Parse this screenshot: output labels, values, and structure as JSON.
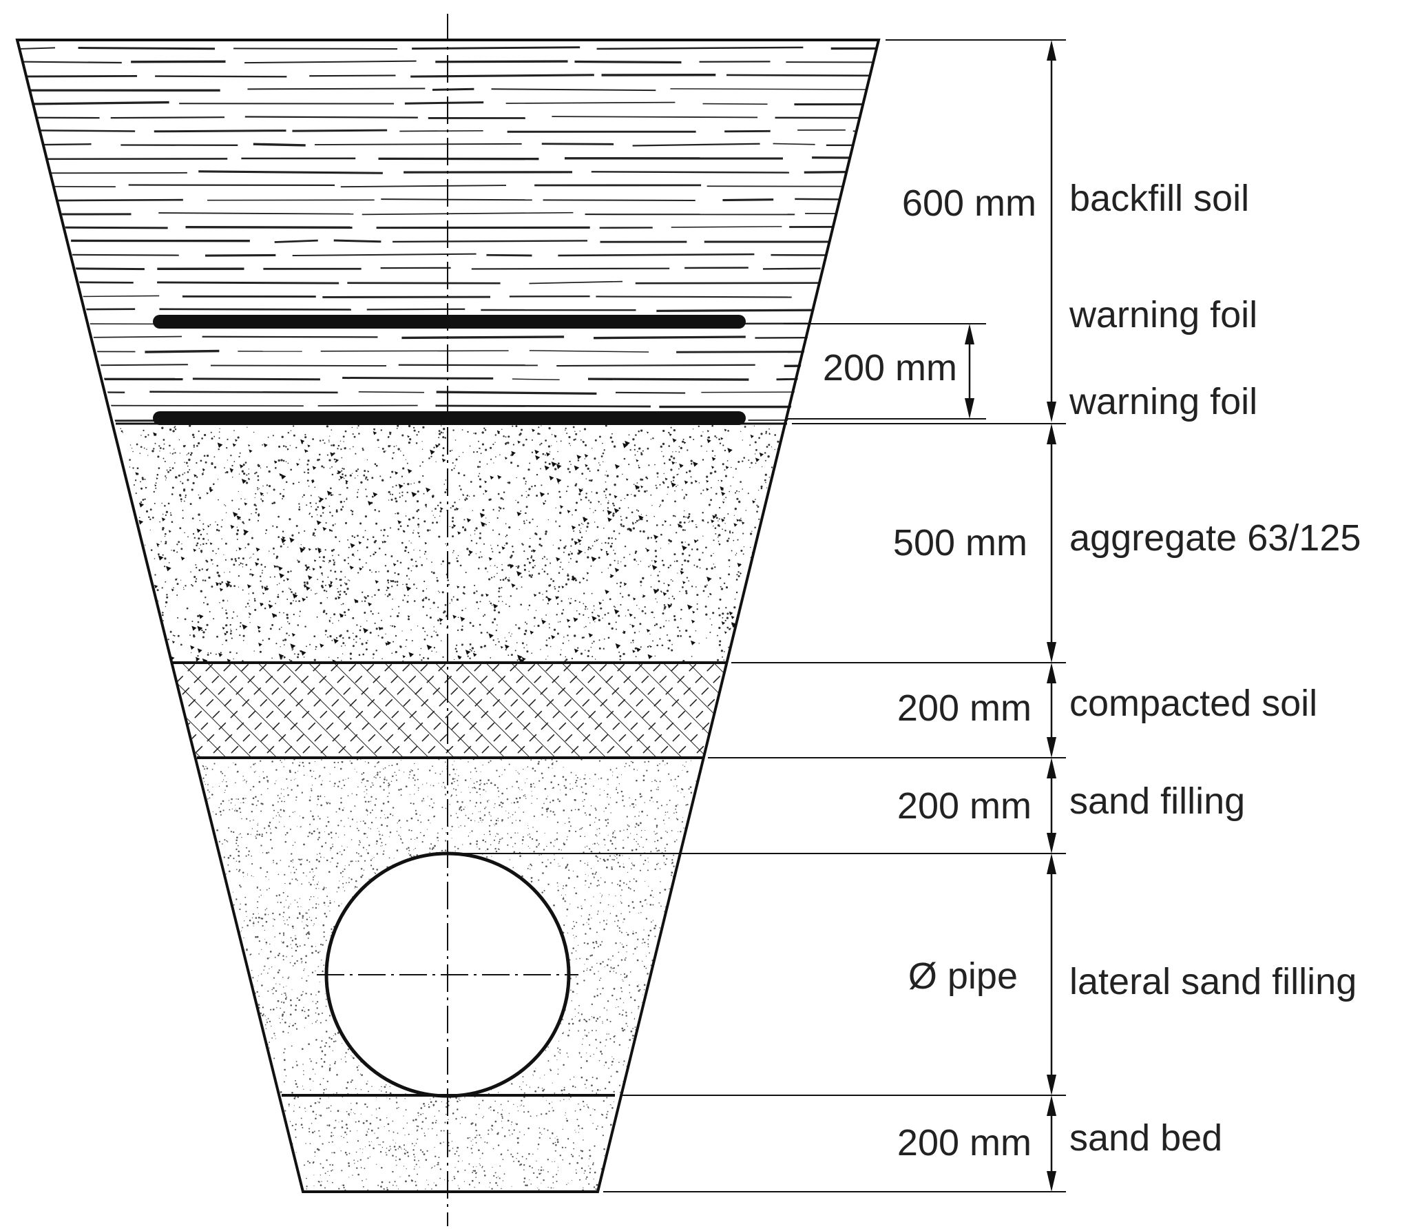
{
  "colors": {
    "ink": "#111111",
    "text": "#222222",
    "background": "#ffffff"
  },
  "layers": [
    {
      "id": "backfill",
      "dimension": "600 mm",
      "label": "backfill soil"
    },
    {
      "id": "foil-gap",
      "dimension": "200 mm"
    },
    {
      "id": "aggregate",
      "dimension": "500 mm",
      "label": "aggregate 63/125"
    },
    {
      "id": "compacted",
      "dimension": "200 mm",
      "label": "compacted soil"
    },
    {
      "id": "sandfill",
      "dimension": "200 mm",
      "label": "sand filling"
    },
    {
      "id": "lateral",
      "dimension": "Ø pipe",
      "label": "lateral sand filling"
    },
    {
      "id": "sandbed",
      "dimension": "200 mm",
      "label": "sand bed"
    }
  ],
  "foils": [
    {
      "label": "warning foil"
    },
    {
      "label": "warning foil"
    }
  ]
}
